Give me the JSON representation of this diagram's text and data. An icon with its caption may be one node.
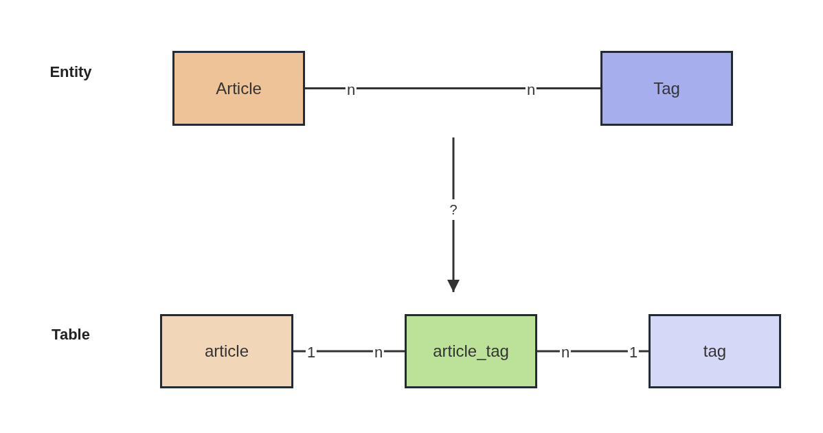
{
  "diagram": {
    "nodes": [
      {
        "text": [
          "Article"
        ]
      },
      {
        "text": [
          "Tag"
        ]
      },
      {
        "text": [
          "article"
        ]
      },
      {
        "text": [
          "article_tag"
        ]
      },
      {
        "text": [
          "tag"
        ]
      }
    ],
    "edges": [
      {
        "from": 0,
        "to": 1,
        "arrow": "none"
      },
      {
        "from": 2,
        "to": 3,
        "arrow": "none"
      },
      {
        "from": 3,
        "to": 4,
        "arrow": "none"
      },
      {
        "from": null,
        "to": 3,
        "arrow": "to",
        "label": "?"
      }
    ],
    "labels": [
      "Entity",
      "n",
      "n",
      "Table",
      "1",
      "n",
      "n",
      "1"
    ]
  }
}
